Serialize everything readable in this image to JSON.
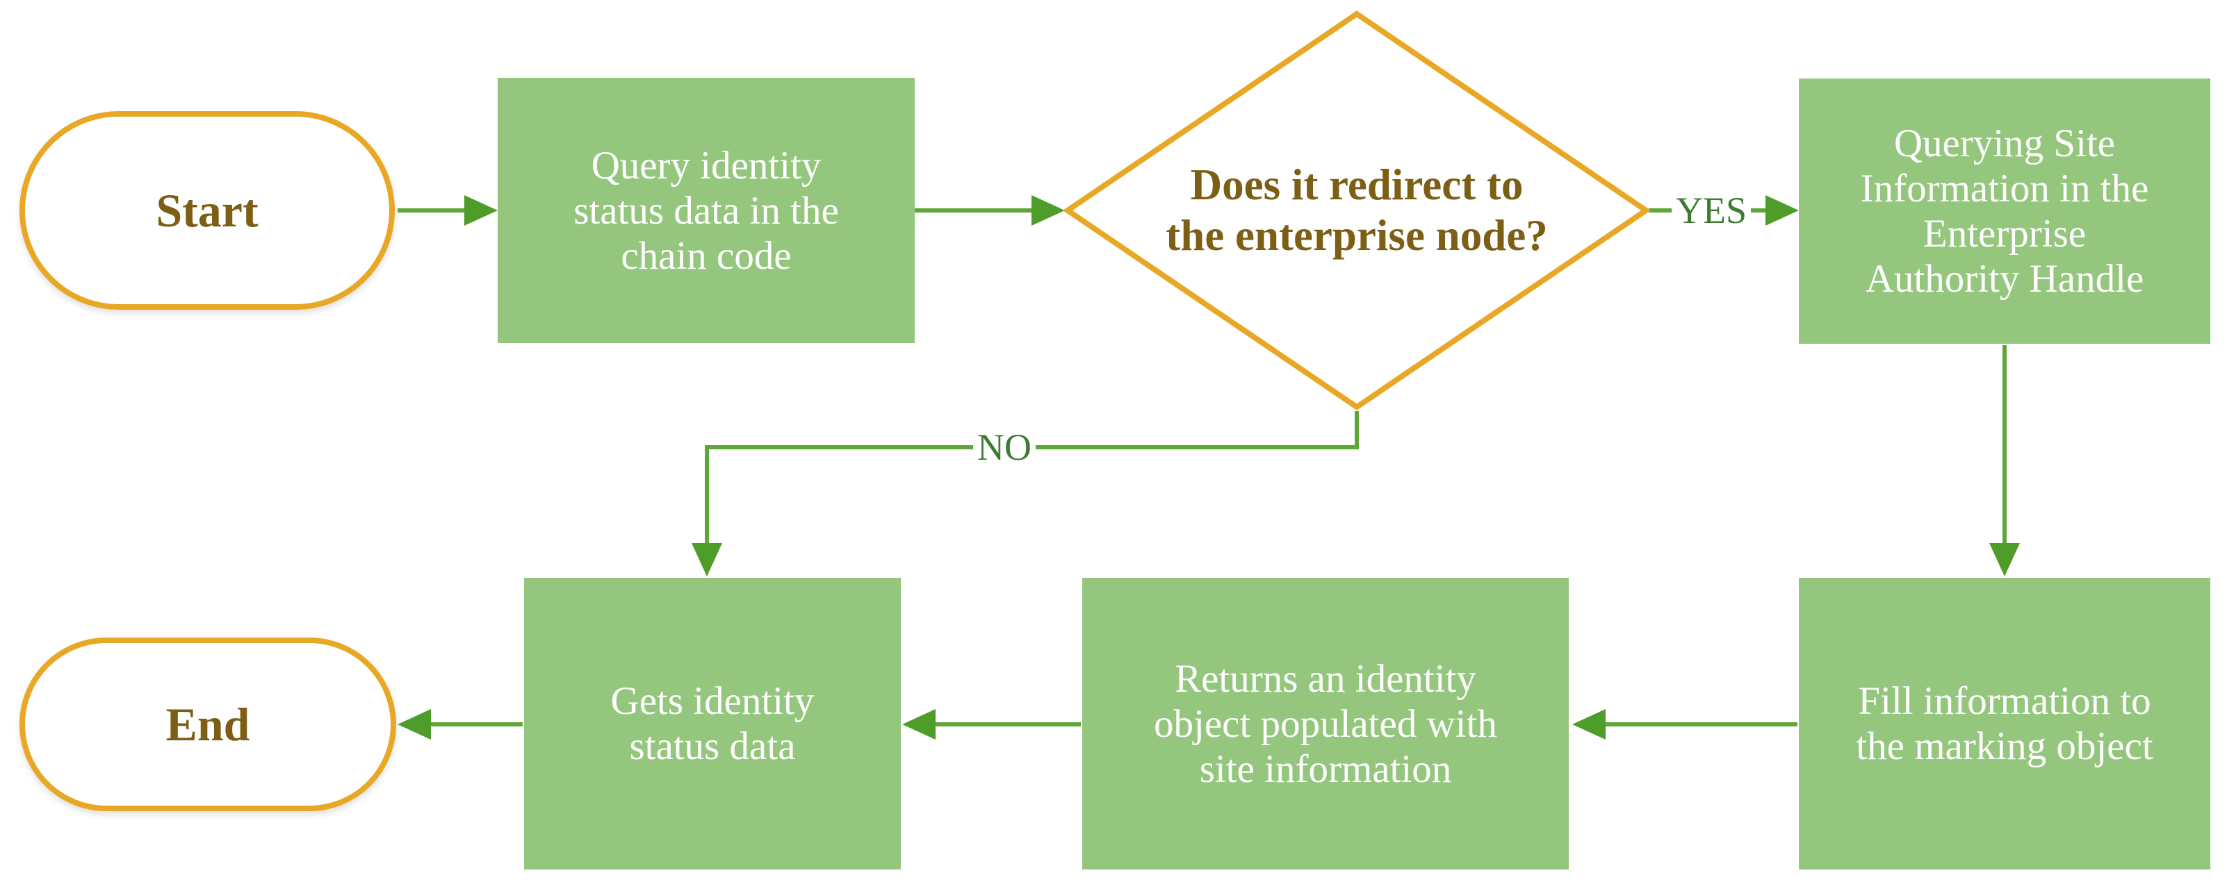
{
  "flowchart": {
    "nodes": {
      "start": {
        "label": "Start"
      },
      "query_chain": {
        "lines": [
          "Query identity",
          "status data in the",
          "chain code"
        ]
      },
      "decision": {
        "lines": [
          "Does it redirect to",
          "the enterprise node?"
        ]
      },
      "query_site": {
        "lines": [
          "Querying Site",
          "Information in the",
          "Enterprise",
          "Authority Handle"
        ]
      },
      "fill_info": {
        "lines": [
          "Fill information to",
          "the marking object"
        ]
      },
      "returns_obj": {
        "lines": [
          "Returns an identity",
          "object populated with",
          "site information"
        ]
      },
      "gets_status": {
        "lines": [
          "Gets identity",
          "status data"
        ]
      },
      "end": {
        "label": "End"
      }
    },
    "edge_labels": {
      "yes": "YES",
      "no": "NO"
    },
    "colors": {
      "process_fill": "#94C67D",
      "shape_border": "#E8A724",
      "terminal_text": "#7C5F14",
      "process_text": "#FFFFFF",
      "arrow_line": "#5EA636",
      "arrow_head": "#4E9C29",
      "edge_label_text": "#3C7B31",
      "background": "#FFFFFF"
    }
  }
}
